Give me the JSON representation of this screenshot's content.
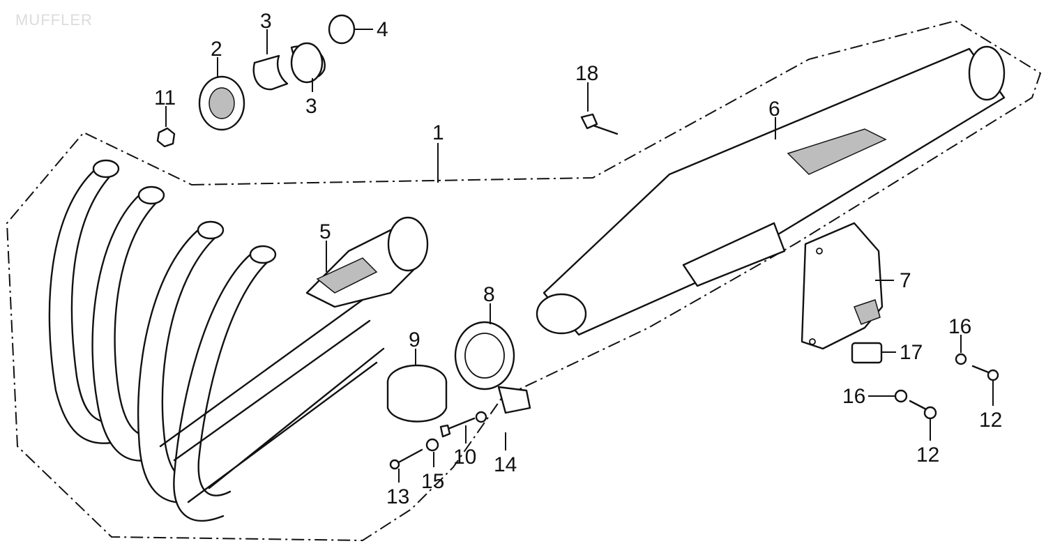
{
  "title": "MUFFLER",
  "callouts": {
    "c1": "1",
    "c2": "2",
    "c3a": "3",
    "c3b": "3",
    "c4": "4",
    "c5": "5",
    "c6": "6",
    "c7": "7",
    "c8": "8",
    "c9": "9",
    "c10": "10",
    "c11": "11",
    "c12a": "12",
    "c12b": "12",
    "c13": "13",
    "c14": "14",
    "c15": "15",
    "c16a": "16",
    "c16b": "16",
    "c17": "17",
    "c18": "18"
  }
}
